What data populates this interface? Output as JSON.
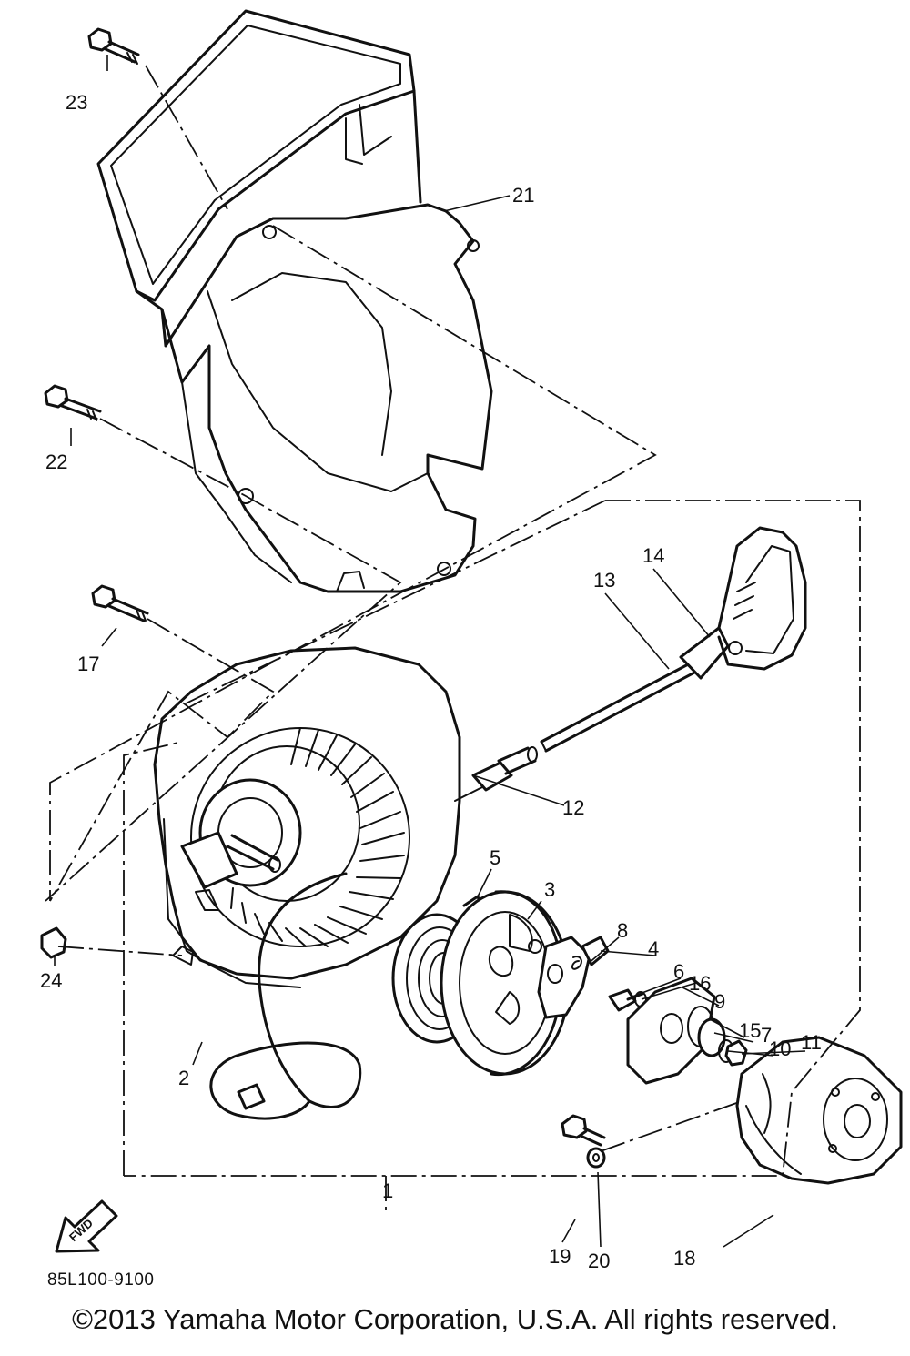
{
  "callouts": [
    {
      "id": "1",
      "label": "1"
    },
    {
      "id": "2",
      "label": "2"
    },
    {
      "id": "3",
      "label": "3"
    },
    {
      "id": "4",
      "label": "4"
    },
    {
      "id": "5",
      "label": "5"
    },
    {
      "id": "6",
      "label": "6"
    },
    {
      "id": "7",
      "label": "7"
    },
    {
      "id": "8",
      "label": "8"
    },
    {
      "id": "9",
      "label": "9"
    },
    {
      "id": "10",
      "label": "10"
    },
    {
      "id": "11",
      "label": "11"
    },
    {
      "id": "12",
      "label": "12"
    },
    {
      "id": "13",
      "label": "13"
    },
    {
      "id": "14",
      "label": "14"
    },
    {
      "id": "15",
      "label": "15"
    },
    {
      "id": "16",
      "label": "16"
    },
    {
      "id": "17",
      "label": "17"
    },
    {
      "id": "18",
      "label": "18"
    },
    {
      "id": "19",
      "label": "19"
    },
    {
      "id": "20",
      "label": "20"
    },
    {
      "id": "21",
      "label": "21"
    },
    {
      "id": "22",
      "label": "22"
    },
    {
      "id": "23",
      "label": "23"
    },
    {
      "id": "24",
      "label": "24"
    }
  ],
  "diagram_code": "85L100-9100",
  "fwd_label": "FWD",
  "copyright": "©2013 Yamaha Motor Corporation, U.S.A. All rights reserved."
}
